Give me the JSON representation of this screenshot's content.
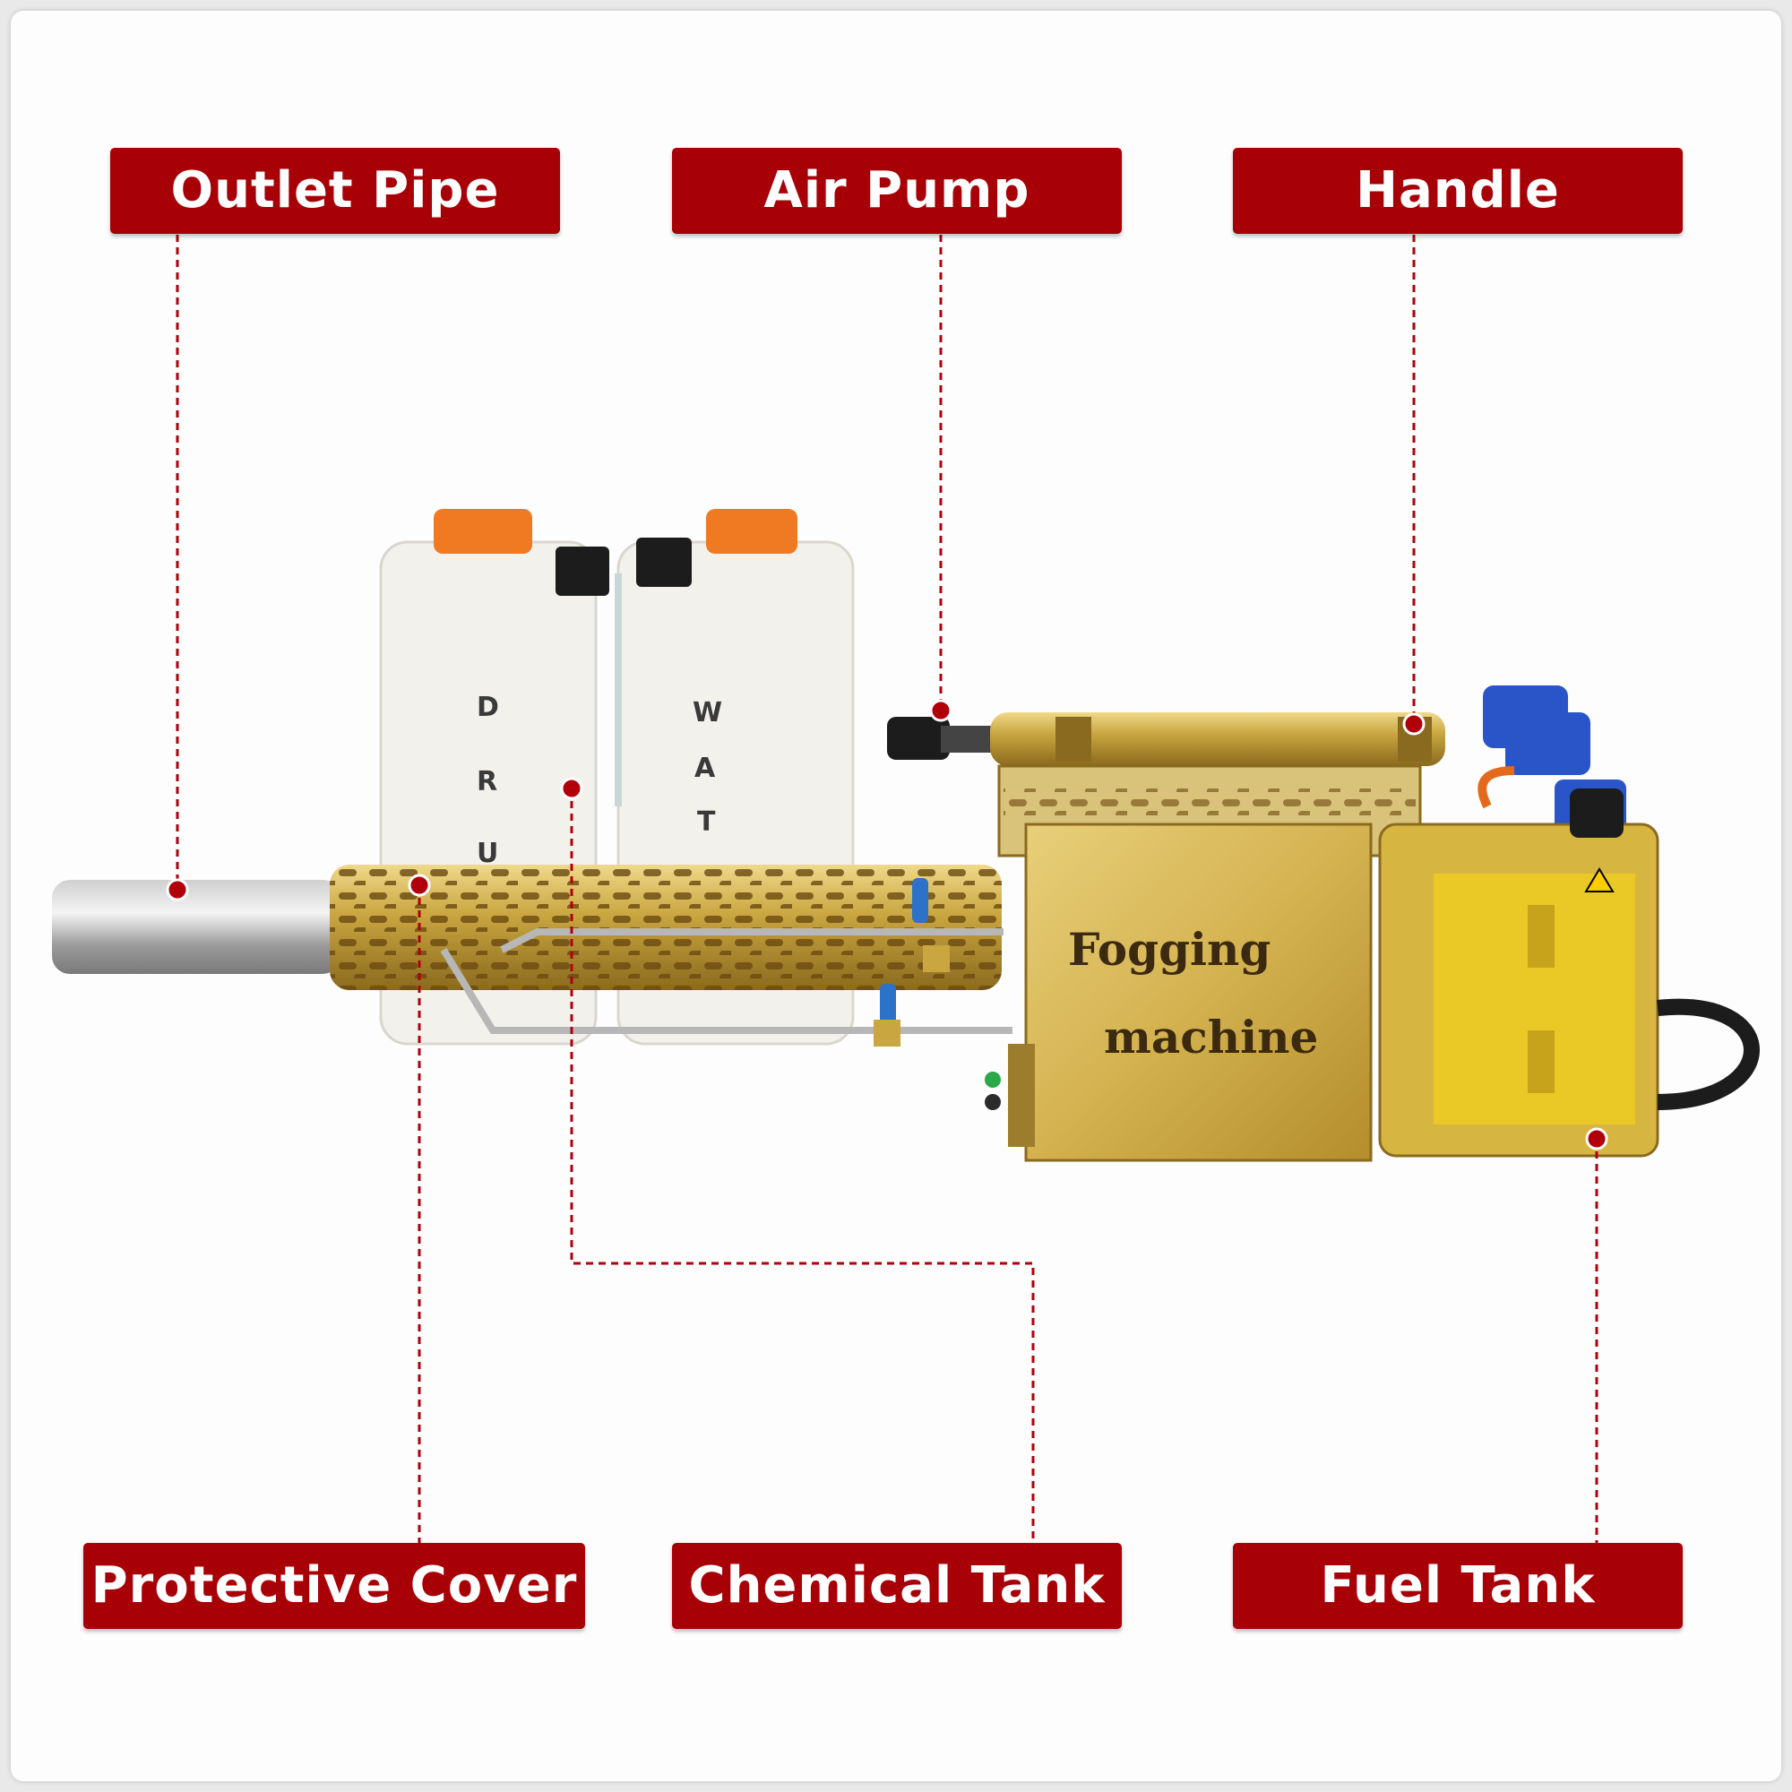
{
  "labels": {
    "outlet_pipe": "Outlet Pipe",
    "air_pump": "Air Pump",
    "handle": "Handle",
    "protective_cover": "Protective Cover",
    "chemical_tank": "Chemical Tank",
    "fuel_tank": "Fuel Tank"
  },
  "machine": {
    "line1": "Fogging",
    "line2": "machine"
  },
  "bottles": {
    "left_letters": [
      "D",
      "R",
      "U"
    ],
    "right_letters": [
      "W",
      "A",
      "T"
    ]
  },
  "colors": {
    "label_bg": "#a80007",
    "leader_line": "#b0000a",
    "gold": "#c9a640",
    "fuel_yellow": "#e3c21e"
  }
}
